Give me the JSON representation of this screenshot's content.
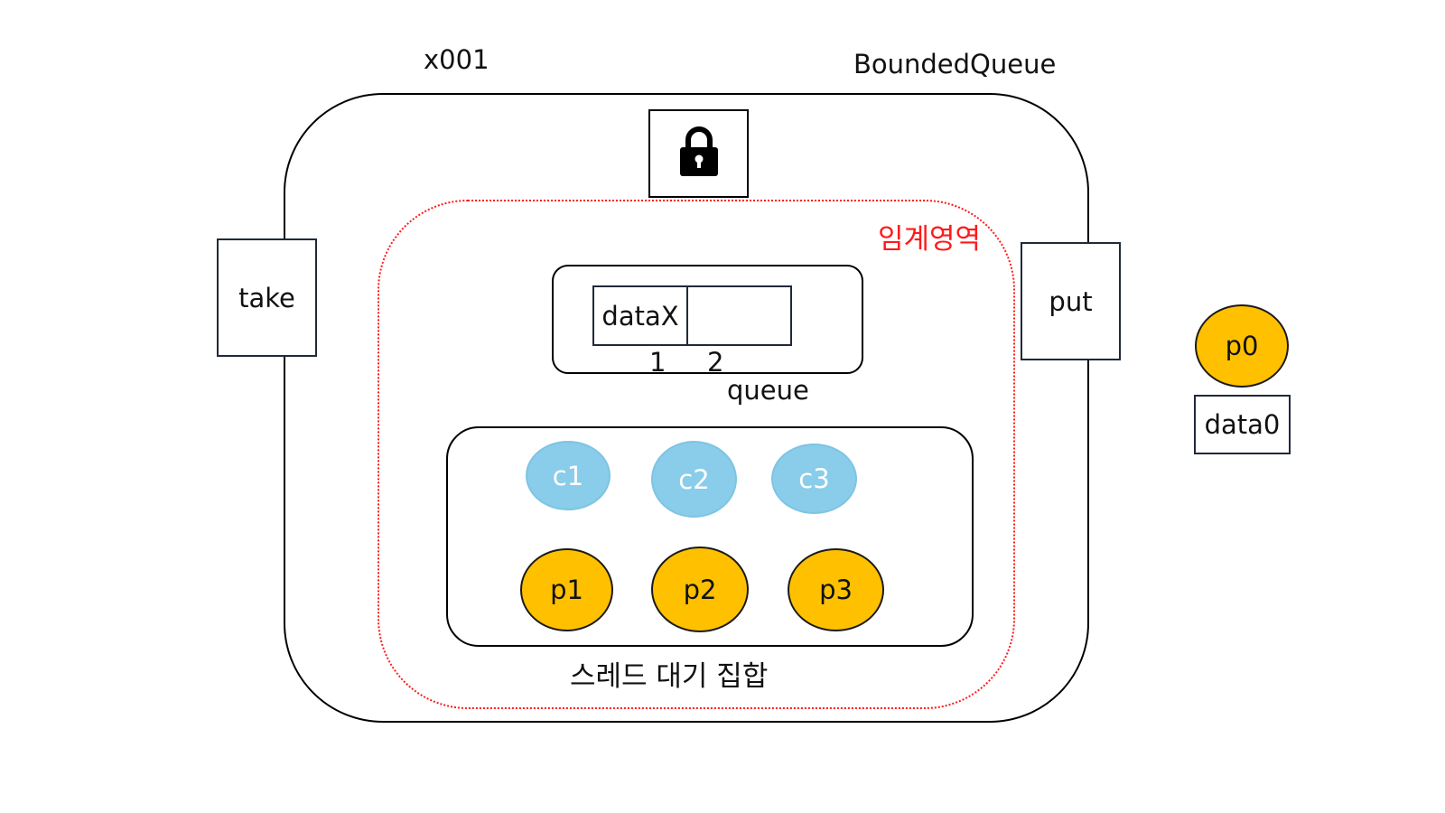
{
  "diagram": {
    "instance_label": "x001",
    "class_label": "BoundedQueue",
    "lock_icon": "lock-icon",
    "critical_section_label": "임계영역",
    "take_label": "take",
    "put_label": "put",
    "queue": {
      "cells": [
        "dataX",
        ""
      ],
      "indices": [
        "1",
        "2"
      ],
      "label": "queue"
    },
    "wait_set": {
      "consumers": [
        "c1",
        "c2",
        "c3"
      ],
      "producers": [
        "p1",
        "p2",
        "p3"
      ],
      "label": "스레드 대기 집합"
    },
    "outside_producer": "p0",
    "outside_data": "data0",
    "colors": {
      "critical_border": "#ff1a1a",
      "consumer_fill": "#89cdea",
      "producer_fill": "#ffc000",
      "outline": "#000000"
    }
  }
}
